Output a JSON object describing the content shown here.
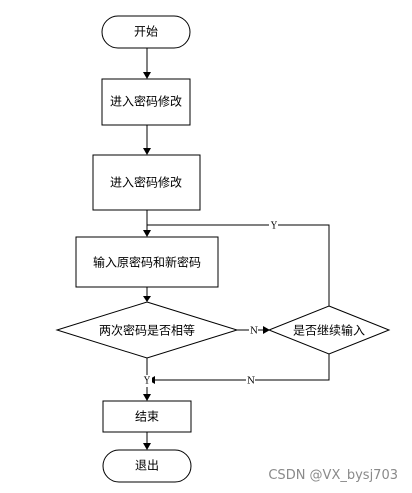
{
  "nodes": {
    "start": "开始",
    "step1": "进入密码修改",
    "step2": "进入密码修改",
    "input": "输入原密码和新密码",
    "compare": "两次密码是否相等",
    "continue": "是否继续输入",
    "finish": "结束",
    "exit": "退出"
  },
  "edges": {
    "continue_yes": "Y",
    "compare_no": "N",
    "compare_yes": "Y",
    "continue_no": "N"
  },
  "watermark": "CSDN @VX_bysj703",
  "colors": {
    "stroke": "#000000",
    "background": "#ffffff",
    "watermark": "#8a8a8a"
  }
}
